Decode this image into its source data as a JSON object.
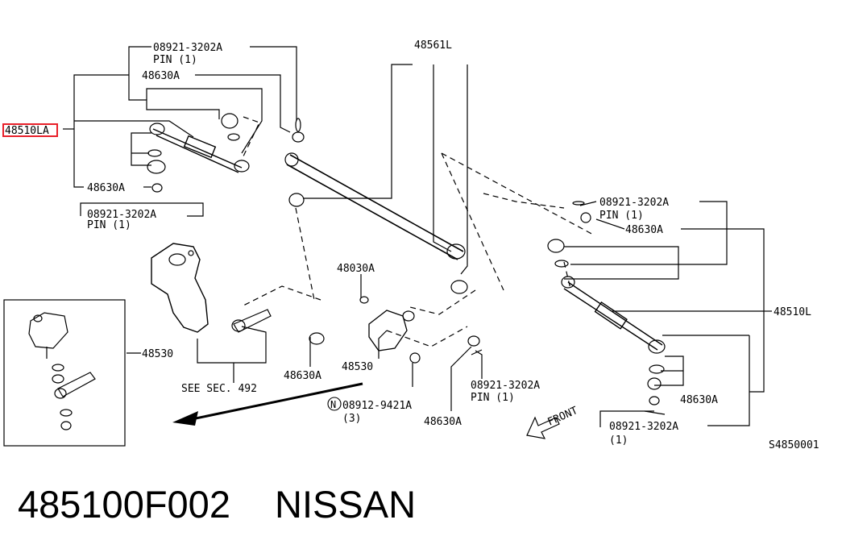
{
  "labels": {
    "pin_tl_no": "08921-3202A",
    "pin_tl_txt": "PIN (1)",
    "nut_tl": "48630A",
    "rod_left": "48510LA",
    "nut_ml": "48630A",
    "pin_ml_no": "08921-3202A",
    "pin_ml_txt": "PIN (1)",
    "center_link": "48561L",
    "pin_tr_no": "08921-3202A",
    "pin_tr_txt": "PIN (1)",
    "nut_tr": "48630A",
    "rod_right": "48510L",
    "nut_br": "48630A",
    "pin_br_no": "08921-3202A",
    "pin_br_txt": "(1)",
    "idler_arm": "48030A",
    "gear_box_inset": "48530",
    "see_sec": "SEE SEC. 492",
    "nut_sm": "48630A",
    "pitman": "48530",
    "nut_bc_circle": "N",
    "nut_bc_no": "08912-9421A",
    "nut_bc_qty": "(3)",
    "nut_bc2": "48630A",
    "pin_bc_no": "08921-3202A",
    "pin_bc_txt": "PIN (1)",
    "front": "FRONT",
    "code": "S4850001"
  },
  "footer": {
    "part_number": "485100F002",
    "brand": "NISSAN"
  },
  "colors": {
    "highlight": "#e8202a",
    "ink": "#000000"
  }
}
